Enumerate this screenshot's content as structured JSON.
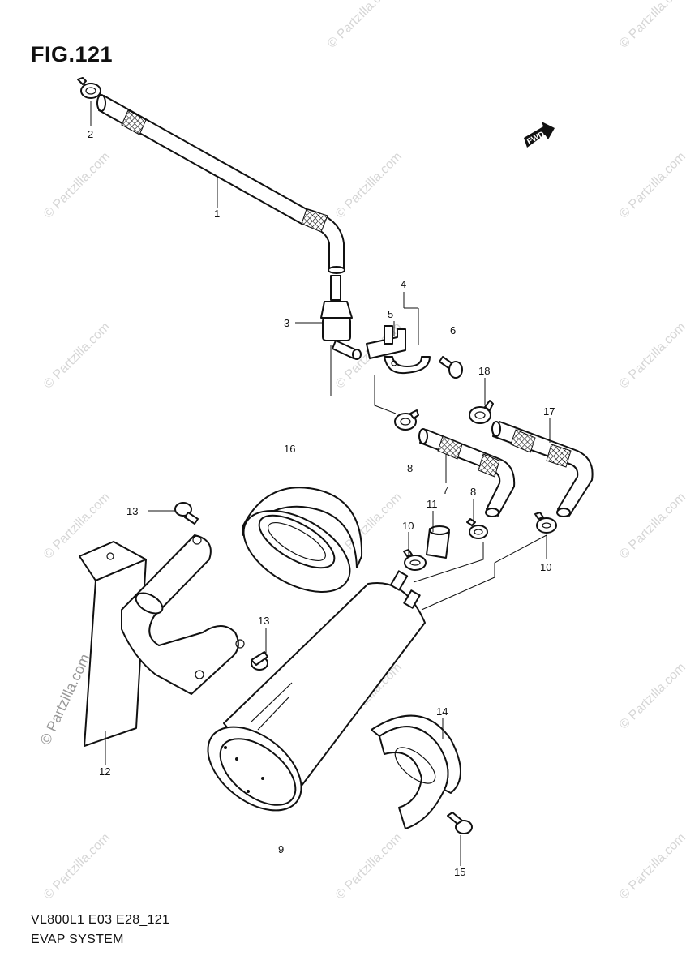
{
  "figure": {
    "title": "FIG.121",
    "model_code": "VL800L1 E03 E28_121",
    "section_name": "EVAP SYSTEM",
    "forward_arrow_label": "FWD"
  },
  "watermark": {
    "text": "© Partzilla.com"
  },
  "callouts": {
    "c1": "1",
    "c2": "2",
    "c3": "3",
    "c4": "4",
    "c5": "5",
    "c6": "6",
    "c7": "7",
    "c8a": "8",
    "c8b": "8",
    "c9": "9",
    "c10a": "10",
    "c10b": "10",
    "c11": "11",
    "c12": "12",
    "c13a": "13",
    "c13b": "13",
    "c14": "14",
    "c15": "15",
    "c16": "16",
    "c17": "17",
    "c18": "18"
  }
}
